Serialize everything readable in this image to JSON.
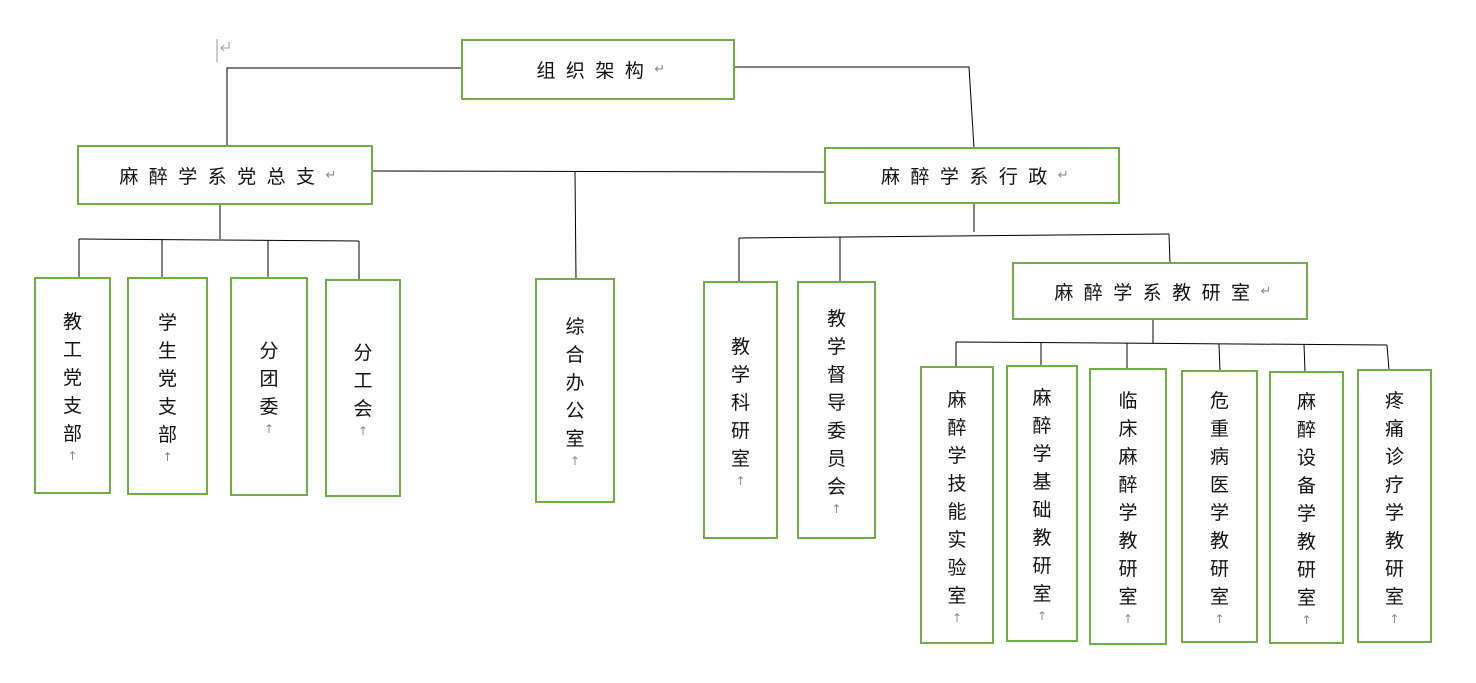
{
  "diagram": {
    "root": "组织架构",
    "branch_party": {
      "label": "麻醉学系党总支",
      "children": [
        "教工党支部",
        "学生党支部",
        "分团委",
        "分工会"
      ]
    },
    "office": "综合办公室",
    "branch_admin": {
      "label": "麻醉学系行政",
      "children": [
        "教学科研室",
        "教学督导委员会"
      ]
    },
    "teaching": {
      "label": "麻醉学系教研室",
      "children": [
        "麻醉学技能实验室",
        "麻醉学基础教研室",
        "临床麻醉学教研室",
        "危重病医学教研室",
        "麻醉设备学教研室",
        "疼痛诊疗学教研室"
      ]
    },
    "colors": {
      "box_border": "#70ad47",
      "line": "#000000",
      "mark": "#8a8a8a"
    },
    "glyphs": {
      "h_mark": "↵",
      "v_mark": "↑"
    }
  }
}
